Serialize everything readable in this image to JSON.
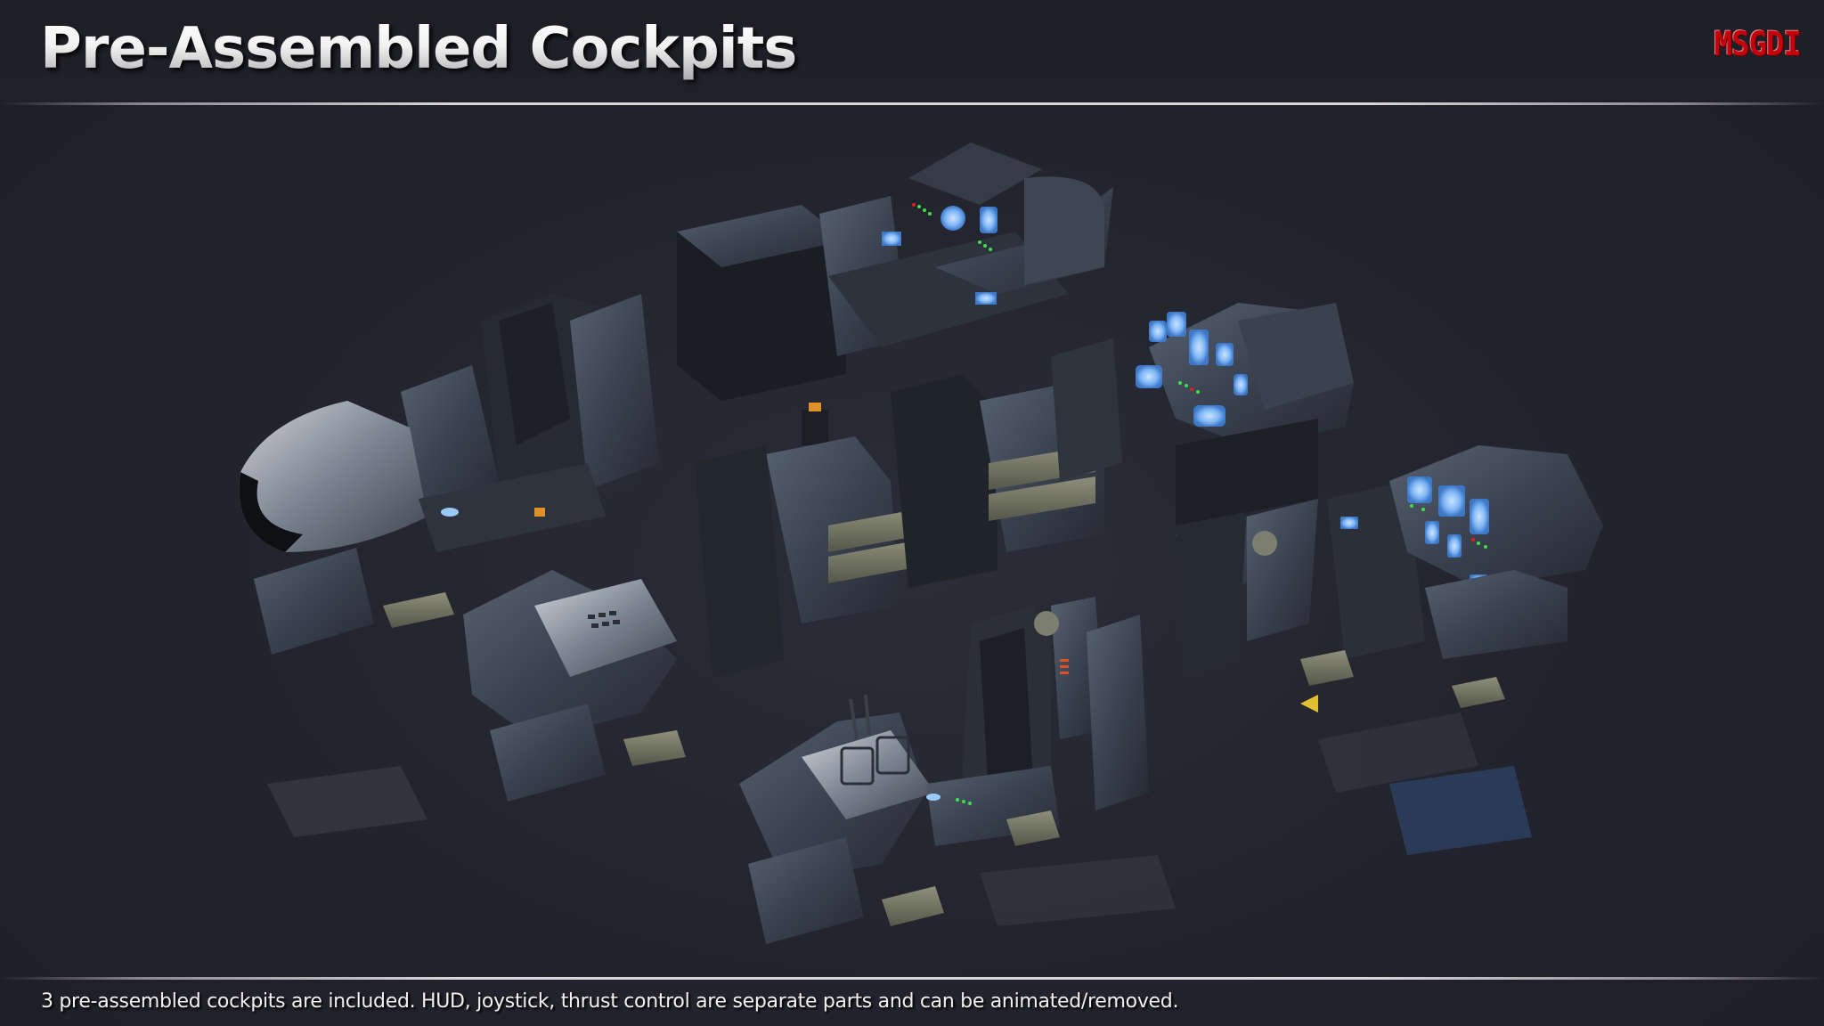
{
  "header": {
    "title": "Pre-Assembled Cockpits",
    "logo": "MSGDI"
  },
  "render": {
    "description": "Isometric 3D render of three pre-assembled sci-fi cockpits with seats, consoles, HUD screens, joysticks and thrust controls on a reflective dark floor",
    "cockpit_count": 3,
    "colors": {
      "background": "#22232c",
      "hull": "#3b4350",
      "hull_dark": "#262b33",
      "screen_glow": "#7fb6f5",
      "led_green": "#3ee04a",
      "led_red": "#e02020",
      "accent_orange": "#e0902a",
      "logo_red": "#c4040c"
    }
  },
  "footer": {
    "caption": "3 pre-assembled cockpits are included. HUD, joystick, thrust control are separate parts and can be animated/removed."
  }
}
